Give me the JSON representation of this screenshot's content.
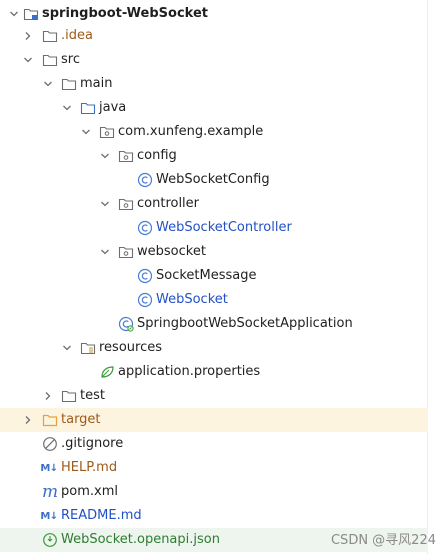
{
  "tree": {
    "root": {
      "label": "springboot-WebSocket",
      "icon": "module-folder-icon"
    },
    "idea": {
      "label": ".idea",
      "icon": "folder-icon"
    },
    "src": {
      "label": "src",
      "icon": "folder-icon"
    },
    "main": {
      "label": "main",
      "icon": "folder-icon"
    },
    "java": {
      "label": "java",
      "icon": "source-root-folder-icon"
    },
    "package": {
      "label": "com.xunfeng.example",
      "icon": "package-icon"
    },
    "config": {
      "label": "config",
      "icon": "package-icon"
    },
    "websocket_config": {
      "label": "WebSocketConfig",
      "icon": "class-icon"
    },
    "controller": {
      "label": "controller",
      "icon": "package-icon"
    },
    "websocket_controller": {
      "label": "WebSocketController",
      "icon": "class-icon"
    },
    "websocket_pkg": {
      "label": "websocket",
      "icon": "package-icon"
    },
    "socket_message": {
      "label": "SocketMessage",
      "icon": "class-icon"
    },
    "websocket_class": {
      "label": "WebSocket",
      "icon": "class-icon"
    },
    "application": {
      "label": "SpringbootWebSocketApplication",
      "icon": "spring-boot-class-icon"
    },
    "resources": {
      "label": "resources",
      "icon": "resources-folder-icon"
    },
    "app_properties": {
      "label": "application.properties",
      "icon": "spring-leaf-icon"
    },
    "test": {
      "label": "test",
      "icon": "folder-icon"
    },
    "target": {
      "label": "target",
      "icon": "excluded-folder-icon"
    },
    "gitignore": {
      "label": ".gitignore",
      "icon": "ignore-icon"
    },
    "help_md": {
      "label": "HELP.md",
      "icon_text": "M↓"
    },
    "pom": {
      "label": "pom.xml",
      "icon_text": "m"
    },
    "readme": {
      "label": "README.md",
      "icon_text": "M↓"
    },
    "openapi": {
      "label": "WebSocket.openapi.json",
      "icon": "openapi-icon"
    }
  },
  "watermark": "CSDN @寻风224",
  "colors": {
    "class_icon": "#4a7bd3",
    "folder_icon": "#6e6e6e",
    "target_folder": "#e3a23c",
    "modified_blue": "#2150c6",
    "ignored_brown": "#9c5b1a",
    "new_green": "#2e7d32"
  }
}
